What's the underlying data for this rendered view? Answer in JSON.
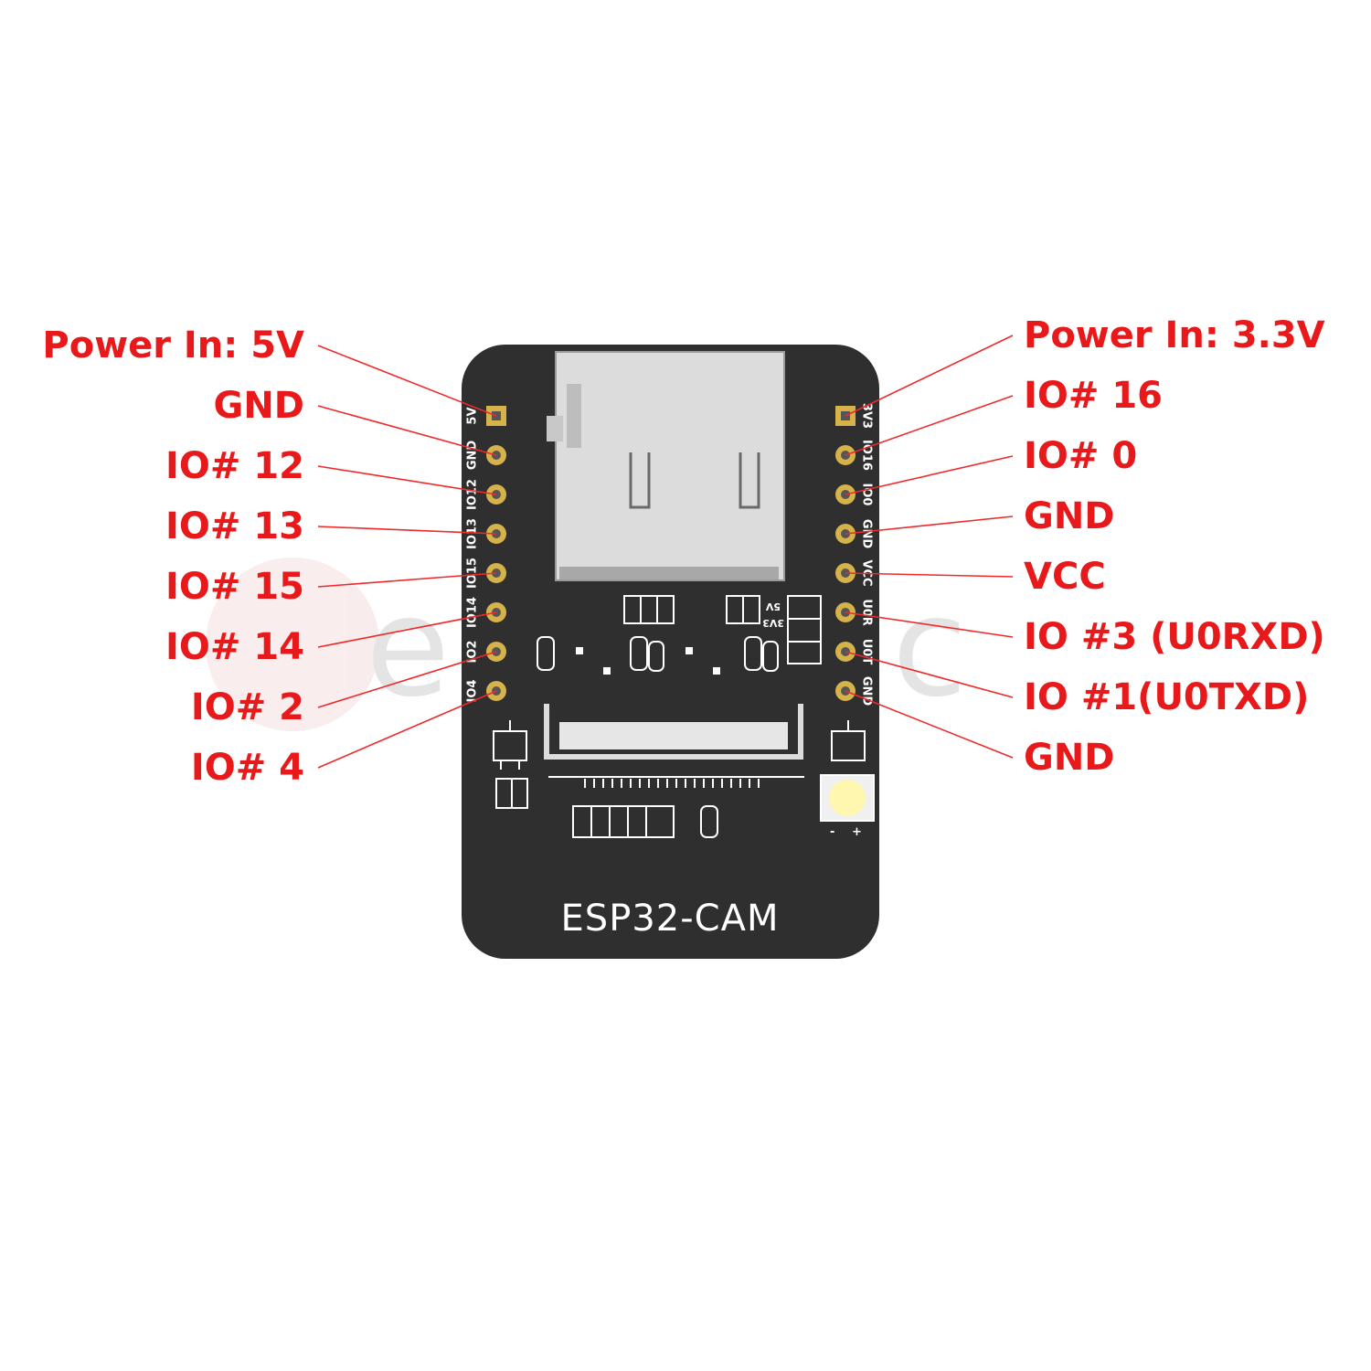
{
  "colors": {
    "label": "#e8191b",
    "leader_line": "#ee2a2a",
    "board": "#2f2f2f",
    "silkscreen": "#ffffff",
    "pad": "#d6b24a",
    "sd_slot": "#dcdcdc",
    "led": "#fff6b0"
  },
  "watermark": {
    "text": "elebertic"
  },
  "board": {
    "name": "ESP32-CAM",
    "left_header": [
      {
        "silk": "5V",
        "label": "Power In: 5V"
      },
      {
        "silk": "GND",
        "label": "GND"
      },
      {
        "silk": "IO12",
        "label": "IO# 12"
      },
      {
        "silk": "IO13",
        "label": "IO# 13"
      },
      {
        "silk": "IO15",
        "label": "IO# 15"
      },
      {
        "silk": "IO14",
        "label": "IO# 14"
      },
      {
        "silk": "IO2",
        "label": "IO# 2"
      },
      {
        "silk": "IO4",
        "label": "IO# 4"
      }
    ],
    "right_header": [
      {
        "silk": "3V3",
        "label": "Power In: 3.3V"
      },
      {
        "silk": "IO16",
        "label": "IO# 16"
      },
      {
        "silk": "IO0",
        "label": "IO# 0"
      },
      {
        "silk": "GND",
        "label": "GND"
      },
      {
        "silk": "VCC",
        "label": "VCC"
      },
      {
        "silk": "U0R",
        "label": "IO #3 (U0RXD)"
      },
      {
        "silk": "U0T",
        "label": "IO #1(U0TXD)"
      },
      {
        "silk": "GND",
        "label": "GND"
      }
    ],
    "voltage_jumper": {
      "top_label": "5V",
      "bottom_label": "3V3"
    },
    "led_polarity": {
      "minus": "-",
      "plus": "+"
    }
  }
}
